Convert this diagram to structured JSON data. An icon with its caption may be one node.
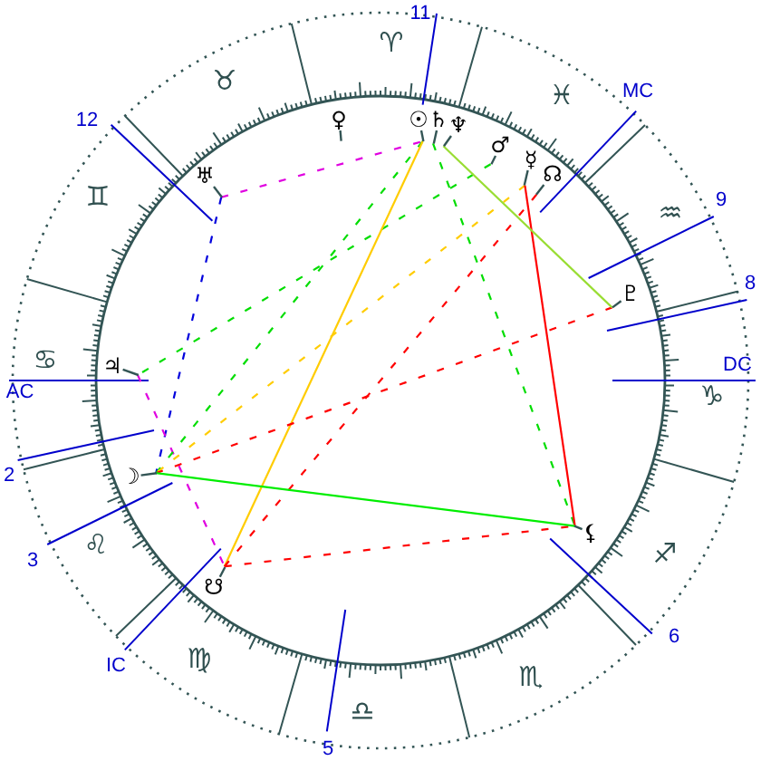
{
  "diagram": {
    "nodes": [
      {
        "text": [
          "♀"
        ]
      },
      {
        "text": [
          "☉"
        ]
      },
      {
        "text": [
          "♄"
        ]
      },
      {
        "text": [
          "♆"
        ]
      },
      {
        "text": [
          "♂"
        ]
      },
      {
        "text": [
          "☿"
        ]
      },
      {
        "text": [
          "♅"
        ]
      },
      {
        "text": [
          "☊"
        ]
      },
      {
        "text": [
          "♇"
        ]
      },
      {
        "text": [
          "♃"
        ]
      },
      {
        "text": [
          "☽"
        ]
      },
      {
        "text": [
          "⚸"
        ]
      },
      {
        "text": [
          "☋"
        ]
      }
    ],
    "edges": [
      {
        "from": 6,
        "to": 1,
        "arrow": "none",
        "style": "dashed",
        "color": "#e000e0"
      },
      {
        "from": 6,
        "to": 10,
        "arrow": "none",
        "style": "dashed",
        "color": "#0000dd"
      },
      {
        "from": 9,
        "to": 12,
        "arrow": "none",
        "style": "dashed",
        "color": "#e000e0"
      },
      {
        "from": 1,
        "to": 10,
        "arrow": "none",
        "style": "dashed",
        "color": "#00dd00"
      },
      {
        "from": 4,
        "to": 9,
        "arrow": "none",
        "style": "dashed",
        "color": "#00dd00"
      },
      {
        "from": 2,
        "to": 11,
        "arrow": "none",
        "style": "dashed",
        "color": "#00dd00"
      },
      {
        "from": 5,
        "to": 10,
        "arrow": "none",
        "style": "dashed",
        "color": "#ffcc00"
      },
      {
        "from": 1,
        "to": 12,
        "arrow": "none",
        "color": "#ffcc00"
      },
      {
        "from": 5,
        "to": 11,
        "arrow": "none",
        "color": "#ff0000"
      },
      {
        "from": 7,
        "to": 12,
        "arrow": "none",
        "style": "dashed",
        "color": "#ff0000"
      },
      {
        "from": 10,
        "to": 8,
        "arrow": "none",
        "style": "dashed",
        "color": "#ff0000"
      },
      {
        "from": 12,
        "to": 11,
        "arrow": "none",
        "style": "dashed",
        "color": "#ff0000"
      },
      {
        "from": 10,
        "to": 11,
        "arrow": "none",
        "color": "#00ee00"
      },
      {
        "from": 3,
        "to": 8,
        "arrow": "none",
        "color": "#99dd33"
      }
    ],
    "labels": [
      "11",
      "♈",
      "♉",
      "MC",
      "♓",
      "12",
      "♊",
      "9",
      "♒",
      "8",
      "♋",
      "DC",
      "AC",
      "♑",
      "2",
      "♌",
      "♐",
      "3",
      "6",
      "♍",
      "IC",
      "♏",
      "♎",
      "5"
    ]
  }
}
